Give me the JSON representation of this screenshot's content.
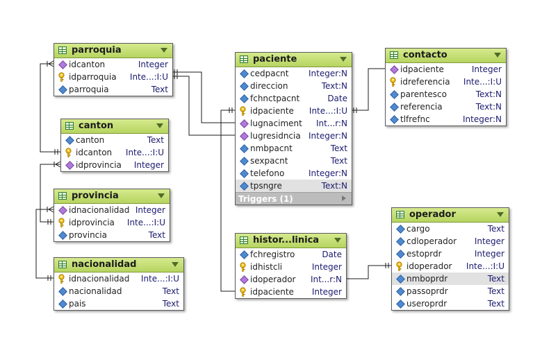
{
  "tables": [
    {
      "id": "parroquia",
      "name": "parroquia",
      "columns": [
        {
          "name": "idcanton",
          "type": "Integer",
          "icon": "purple-diamond"
        },
        {
          "name": "idparroquia",
          "type": "Inte...:I:U",
          "icon": "key"
        },
        {
          "name": "parroquia",
          "type": "Text",
          "icon": "blue-diamond"
        }
      ]
    },
    {
      "id": "canton",
      "name": "canton",
      "columns": [
        {
          "name": "canton",
          "type": "Text",
          "icon": "blue-diamond"
        },
        {
          "name": "idcanton",
          "type": "Inte...:I:U",
          "icon": "key"
        },
        {
          "name": "idprovincia",
          "type": "Integer",
          "icon": "purple-diamond"
        }
      ]
    },
    {
      "id": "provincia",
      "name": "provincia",
      "columns": [
        {
          "name": "idnacionalidad",
          "type": "Integer",
          "icon": "purple-diamond"
        },
        {
          "name": "idprovincia",
          "type": "Inte...:I:U",
          "icon": "key"
        },
        {
          "name": "provincia",
          "type": "Text",
          "icon": "blue-diamond"
        }
      ]
    },
    {
      "id": "nacionalidad",
      "name": "nacionalidad",
      "columns": [
        {
          "name": "idnacionalidad",
          "type": "Inte...:I:U",
          "icon": "key"
        },
        {
          "name": "nacionalidad",
          "type": "Text",
          "icon": "blue-diamond"
        },
        {
          "name": "pais",
          "type": "Text",
          "icon": "blue-diamond"
        }
      ]
    },
    {
      "id": "paciente",
      "name": "paciente",
      "columns": [
        {
          "name": "cedpacnt",
          "type": "Integer:N",
          "icon": "blue-diamond"
        },
        {
          "name": "direccion",
          "type": "Text:N",
          "icon": "blue-diamond"
        },
        {
          "name": "fchnctpacnt",
          "type": "Date",
          "icon": "blue-diamond"
        },
        {
          "name": "idpaciente",
          "type": "Inte...:I:U",
          "icon": "key"
        },
        {
          "name": "lugnaciment",
          "type": "Int...r:N",
          "icon": "purple-diamond"
        },
        {
          "name": "lugresidncia",
          "type": "Integer:N",
          "icon": "purple-diamond"
        },
        {
          "name": "nmbpacnt",
          "type": "Text",
          "icon": "blue-diamond"
        },
        {
          "name": "sexpacnt",
          "type": "Text",
          "icon": "blue-diamond"
        },
        {
          "name": "telefono",
          "type": "Integer:N",
          "icon": "blue-diamond"
        },
        {
          "name": "tpsngre",
          "type": "Text:N",
          "icon": "blue-diamond",
          "selected": true
        }
      ],
      "triggers": "Triggers (1)"
    },
    {
      "id": "contacto",
      "name": "contacto",
      "columns": [
        {
          "name": "idpaciente",
          "type": "Integer",
          "icon": "purple-diamond"
        },
        {
          "name": "idreferencia",
          "type": "Inte...:I:U",
          "icon": "key"
        },
        {
          "name": "parentesco",
          "type": "Text:N",
          "icon": "blue-diamond"
        },
        {
          "name": "referencia",
          "type": "Text:N",
          "icon": "blue-diamond"
        },
        {
          "name": "tlfrefnc",
          "type": "Integer:N",
          "icon": "blue-diamond"
        }
      ]
    },
    {
      "id": "historia",
      "name": "histor...linica",
      "columns": [
        {
          "name": "fchregistro",
          "type": "Date",
          "icon": "blue-diamond"
        },
        {
          "name": "idhistcli",
          "type": "Integer",
          "icon": "key"
        },
        {
          "name": "idoperador",
          "type": "Int...r:N",
          "icon": "purple-diamond"
        },
        {
          "name": "idpaciente",
          "type": "Integer",
          "icon": "key"
        }
      ]
    },
    {
      "id": "operador",
      "name": "operador",
      "columns": [
        {
          "name": "cargo",
          "type": "Text",
          "icon": "blue-diamond"
        },
        {
          "name": "cdloperador",
          "type": "Integer",
          "icon": "blue-diamond"
        },
        {
          "name": "estoprdr",
          "type": "Integer",
          "icon": "blue-diamond"
        },
        {
          "name": "idoperador",
          "type": "Inte...:I:U",
          "icon": "key"
        },
        {
          "name": "nmboprdr",
          "type": "Text",
          "icon": "blue-diamond",
          "selected": true
        },
        {
          "name": "passoprdr",
          "type": "Text",
          "icon": "blue-diamond"
        },
        {
          "name": "useroprdr",
          "type": "Text",
          "icon": "blue-diamond"
        }
      ]
    }
  ]
}
